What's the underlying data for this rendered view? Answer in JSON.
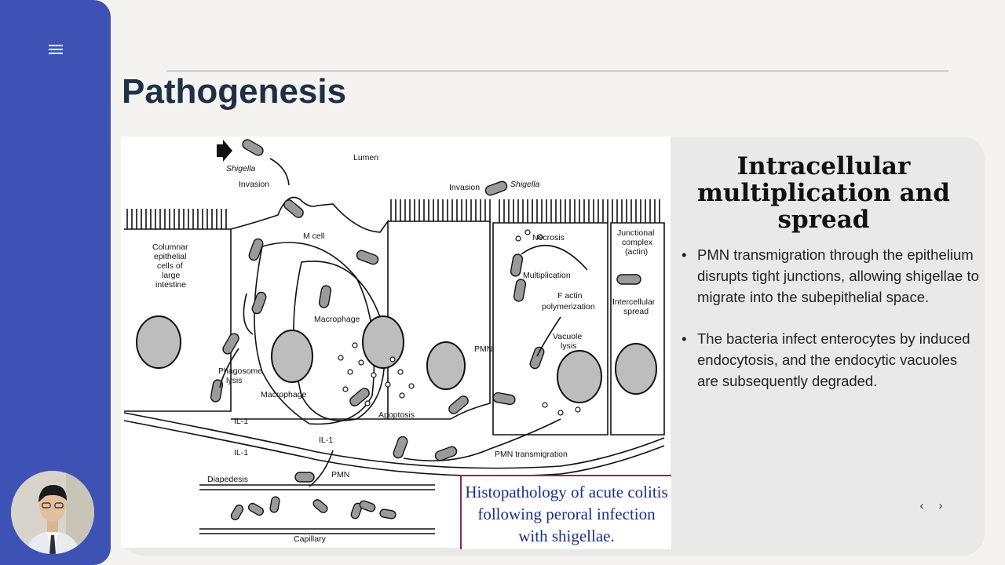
{
  "slide": {
    "title": "Pathogenesis",
    "panel_title": "Intracellular multiplication and spread",
    "bullets": [
      "PMN transmigration through the epithelium disrupts tight junctions, allowing shigellae to migrate into the subepithelial space.",
      "The bacteria infect enterocytes by induced endocytosis, and the endocytic vacuoles are subsequently degraded."
    ]
  },
  "figure": {
    "caption": "Histopathology of acute colitis following peroral infection with shigellae.",
    "labels": {
      "shigella_left": "Shigella",
      "invasion_left": "Invasion",
      "lumen": "Lumen",
      "invasion_right": "Invasion",
      "shigella_right": "Shigella",
      "columnar": "Columnar",
      "epithelial": "epithelial",
      "cells_of": "cells of",
      "large": "large",
      "intestine": "intestine",
      "m_cell": "M cell",
      "necrosis": "Necrosis",
      "junctional": "Junctional",
      "complex": "complex",
      "actin": "(actin)",
      "multiplication": "Multiplication",
      "f_actin": "F actin",
      "polymerization": "polymerization",
      "intercellular": "Intercellular",
      "spread": "spread",
      "macrophage_upper": "Macrophage",
      "vacuole": "Vacuole",
      "lysis": "lysis",
      "pmn_center": "PMN",
      "phagosome": "Phagosome",
      "phagosome_lysis": "lysis",
      "macrophage_lower": "Macrophage",
      "apoptosis": "Apoptosis",
      "il1_a": "IL-1",
      "il1_b": "IL-1",
      "il1_c": "IL-1",
      "pmn_transmigration": "PMN transmigration",
      "diapedesis": "Diapedesis",
      "pmn_bottom": "PMN",
      "capillary": "Capillary"
    }
  },
  "nav": {
    "prev": "‹",
    "next": "›"
  },
  "icons": {
    "menu": "menu-icon",
    "avatar": "presenter-avatar"
  },
  "colors": {
    "sidebar": "#3e52b5",
    "title": "#1f2f46",
    "caption": "#1a2f8a",
    "caption_border": "#8b2b4e"
  }
}
